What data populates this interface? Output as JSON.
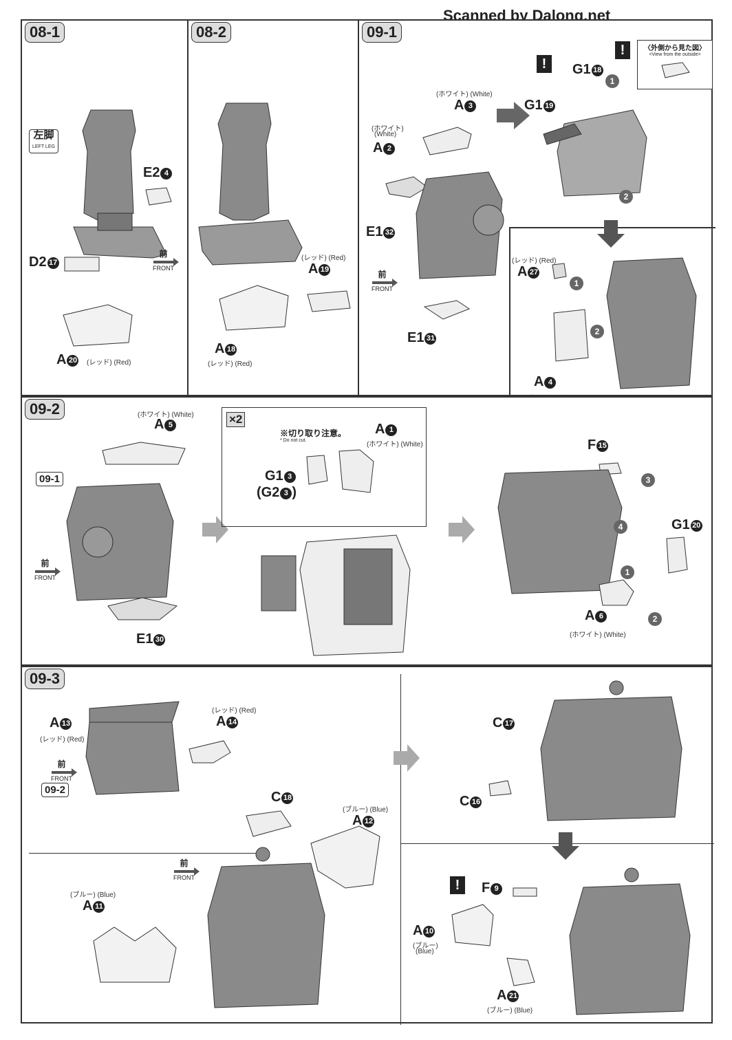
{
  "header": {
    "scanner_credit": "Scanned by Dalong.net"
  },
  "steps": {
    "s08_1": "08-1",
    "s08_2": "08-2",
    "s09_1": "09-1",
    "s09_2": "09-2",
    "s09_3": "09-3"
  },
  "front": {
    "jp": "前",
    "en": "FRONT"
  },
  "colors": {
    "white": "(ホワイト) (White)",
    "white_jp": "(ホワイト)",
    "white_en": "(White)",
    "red": "(レッド) (Red)",
    "blue": "(ブルー) (Blue)",
    "blue_jp": "(ブルー)",
    "blue_en": "(Blue)"
  },
  "p08_1": {
    "left_leg_jp": "左脚",
    "left_leg_en": "LEFT LEG",
    "parts": {
      "e2": "E2",
      "e2n": "4",
      "d2": "D2",
      "d2n": "17",
      "a": "A",
      "an": "20"
    }
  },
  "p08_2": {
    "parts": {
      "a19": "A",
      "a19n": "19",
      "a18": "A",
      "a18n": "18"
    }
  },
  "p09_1": {
    "parts": {
      "a3": "A",
      "a3n": "3",
      "a2": "A",
      "a2n": "2",
      "e1a": "E1",
      "e1an": "32",
      "e1b": "E1",
      "e1bn": "31",
      "g1a": "G1",
      "g1an": "18",
      "g1b": "G1",
      "g1bn": "19",
      "a27": "A",
      "a27n": "27",
      "a4": "A",
      "a4n": "4"
    },
    "view_outside_jp": "〈外側から見た図〉",
    "view_outside_en": "<View from the outside>"
  },
  "p09_2": {
    "ref": "09-1",
    "x2": "×2",
    "do_not_cut_jp": "※切り取り注意。",
    "do_not_cut_en": "* Do not cut.",
    "parts": {
      "a5": "A",
      "a5n": "5",
      "e1": "E1",
      "e1n": "30",
      "a1": "A",
      "a1n": "1",
      "g1": "G1",
      "g1n": "3",
      "g2": "(G2",
      "g2n": "3",
      "g2close": ")",
      "f15": "F",
      "f15n": "15",
      "g120": "G1",
      "g120n": "20",
      "a6": "A",
      "a6n": "6"
    }
  },
  "p09_3": {
    "ref": "09-2",
    "parts": {
      "a13": "A",
      "a13n": "13",
      "a14": "A",
      "a14n": "14",
      "c18": "C",
      "c18n": "18",
      "a12": "A",
      "a12n": "12",
      "a11": "A",
      "a11n": "11",
      "c17": "C",
      "c17n": "17",
      "c16": "C",
      "c16n": "16",
      "f9": "F",
      "f9n": "9",
      "a10": "A",
      "a10n": "10",
      "a21": "A",
      "a21n": "21"
    }
  },
  "step_nums": {
    "one": "1",
    "two": "2",
    "three": "3",
    "four": "4"
  },
  "warn": "!"
}
